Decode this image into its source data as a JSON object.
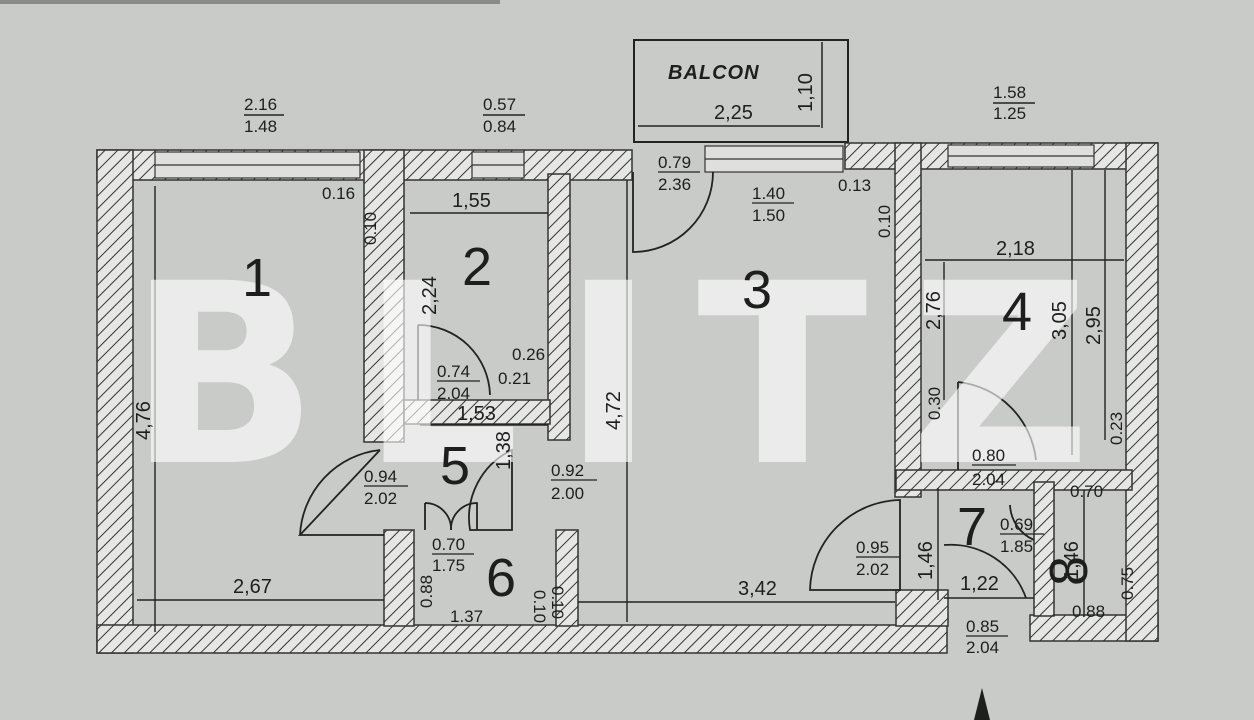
{
  "balcony": {
    "label": "BALCON",
    "width": "2,25",
    "depth": "1,10"
  },
  "watermark": "BLITZ",
  "windows": {
    "room1": {
      "width": "2.16",
      "height": "1.48"
    },
    "room2": {
      "width": "0.57",
      "height": "0.84"
    },
    "room4": {
      "width": "1.58",
      "height": "1.25"
    }
  },
  "rooms": [
    {
      "number": "1",
      "dims": [
        "4,76",
        "2,67",
        "0.16",
        "0.10"
      ]
    },
    {
      "number": "2",
      "dims": [
        "1,55",
        "2,24",
        "0.26",
        "0.21"
      ]
    },
    {
      "number": "3",
      "dims": [
        "4,72",
        "3,42",
        "0.13",
        "0.10"
      ]
    },
    {
      "number": "4",
      "dims": [
        "2,18",
        "2,76",
        "3,05",
        "2,95",
        "0.30",
        "0.23"
      ]
    },
    {
      "number": "5",
      "dims": [
        "1,53",
        "1,38"
      ]
    },
    {
      "number": "6",
      "dims": [
        "0.88",
        "1.37",
        "0.10",
        "0.10"
      ]
    },
    {
      "number": "7",
      "dims": [
        "1,46",
        "1,22"
      ]
    },
    {
      "number": "8",
      "dims": [
        "1,46",
        "0.70",
        "0.75",
        "0.88"
      ]
    }
  ],
  "doors": {
    "balcony_door": {
      "width": "0.79",
      "height": "2.36"
    },
    "room3_window": {
      "width": "1.40",
      "height": "1.50"
    },
    "room2_door": {
      "width": "0.74",
      "height": "2.04"
    },
    "room1_door": {
      "width": "0.94",
      "height": "2.02"
    },
    "room3_door": {
      "width": "0.92",
      "height": "2.00"
    },
    "room6_door": {
      "width": "0.70",
      "height": "1.75"
    },
    "room4_door": {
      "width": "0.80",
      "height": "2.04"
    },
    "room7_door": {
      "width": "0.95",
      "height": "2.02"
    },
    "room8_door": {
      "width": "0.69",
      "height": "1.85"
    },
    "entrance": {
      "width": "0.85",
      "height": "2.04"
    }
  },
  "colors": {
    "paper": "#c9cbc8",
    "ink": "#1e1e1e",
    "watermark": "#ffffff"
  }
}
